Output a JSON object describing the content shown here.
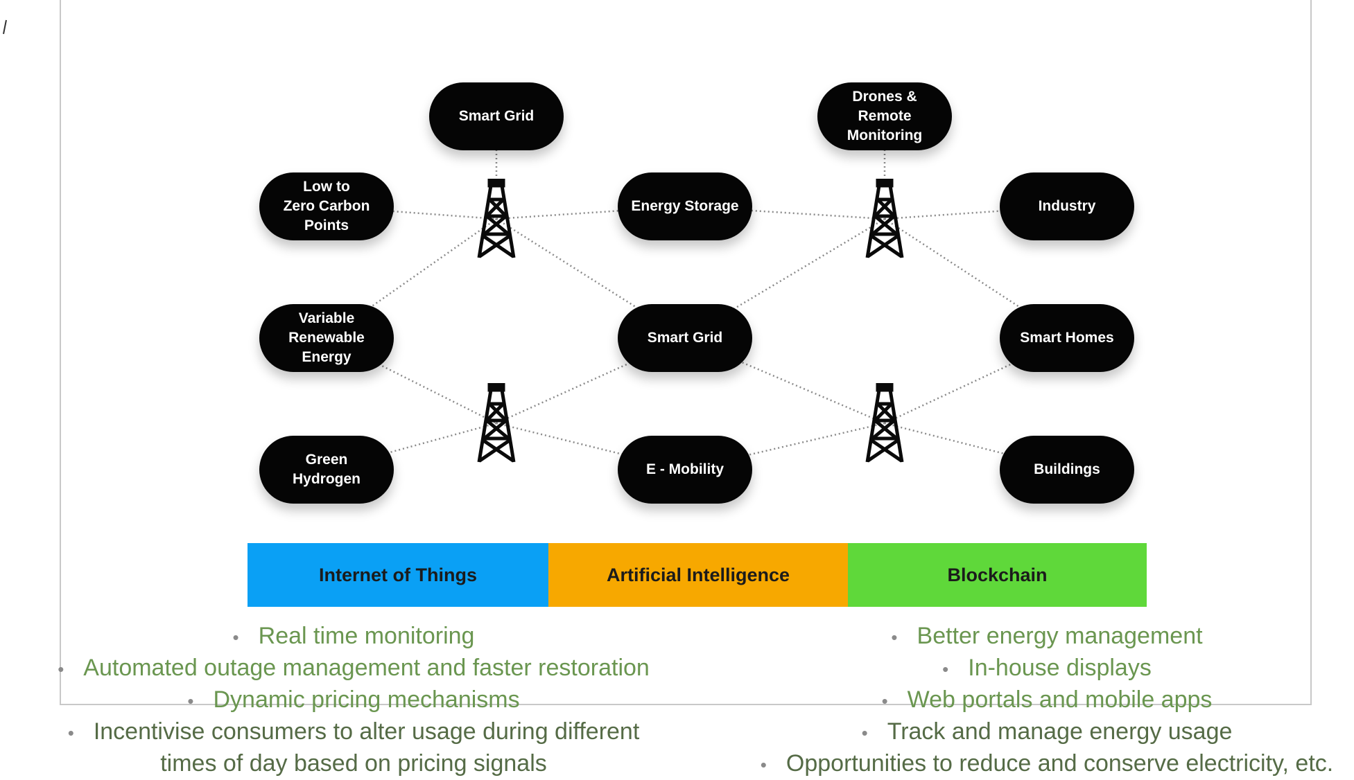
{
  "nodes": [
    {
      "id": "smart-grid-top",
      "label": "Smart Grid"
    },
    {
      "id": "drones",
      "label": "Drones &\nRemote\nMonitoring"
    },
    {
      "id": "low-carbon",
      "label": "Low to\nZero Carbon\nPoints"
    },
    {
      "id": "energy-storage",
      "label": "Energy Storage"
    },
    {
      "id": "industry",
      "label": "Industry"
    },
    {
      "id": "variable-renewable",
      "label": "Variable\nRenewable\nEnergy"
    },
    {
      "id": "smart-grid-center",
      "label": "Smart Grid"
    },
    {
      "id": "smart-homes",
      "label": "Smart Homes"
    },
    {
      "id": "green-hydrogen",
      "label": "Green\nHydrogen"
    },
    {
      "id": "e-mobility",
      "label": "E - Mobility"
    },
    {
      "id": "buildings",
      "label": "Buildings"
    }
  ],
  "technologies": [
    {
      "label": "Internet of Things",
      "color": "#0aa0f5"
    },
    {
      "label": "Artificial Intelligence",
      "color": "#f7a800"
    },
    {
      "label": "Blockchain",
      "color": "#5fd83a"
    }
  ],
  "benefits_left": [
    "Real time monitoring",
    "Automated outage management and faster restoration",
    "Dynamic pricing mechanisms",
    "Incentivise consumers to alter usage during different",
    "times of day based on pricing signals"
  ],
  "benefits_right": [
    "Better energy management",
    "In-house displays",
    "Web portals and mobile apps",
    "Track and manage energy usage",
    "Opportunities to reduce and conserve electricity, etc."
  ],
  "icons": {
    "tower": "transmission-tower-icon"
  },
  "colors": {
    "node": "#050505",
    "bullet_text": "#6a9650",
    "link": "#8a8a8a"
  }
}
